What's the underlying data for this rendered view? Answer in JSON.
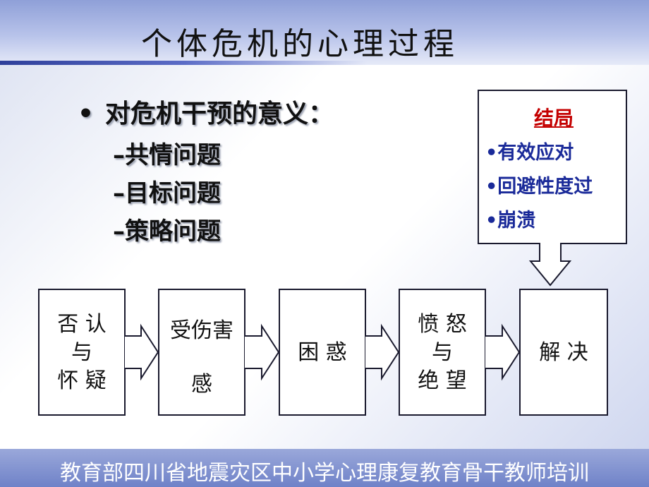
{
  "title": "个体危机的心理过程",
  "main_bullet": "对危机干预的意义：",
  "sub_points": [
    "–共情问题",
    "–目标问题",
    "–策略问题"
  ],
  "outcome": {
    "heading": "结局",
    "items": [
      "•有效应对",
      "•回避性度过",
      "•崩溃"
    ]
  },
  "stages": [
    {
      "lines": [
        "否 认",
        "与",
        "怀 疑"
      ]
    },
    {
      "lines": [
        "受伤害",
        "",
        "感"
      ]
    },
    {
      "lines": [
        "困 惑"
      ]
    },
    {
      "lines": [
        "愤 怒",
        "与",
        "绝 望"
      ]
    },
    {
      "lines": [
        "解 决"
      ]
    }
  ],
  "footer": "教育部四川省地震灾区中小学心理康复教育骨干教师培训",
  "colors": {
    "outcome_heading": "#c40000",
    "outcome_items": "#1a2a99",
    "title_band": "#8fa0d8",
    "footer_band": "#7a8bcc"
  }
}
